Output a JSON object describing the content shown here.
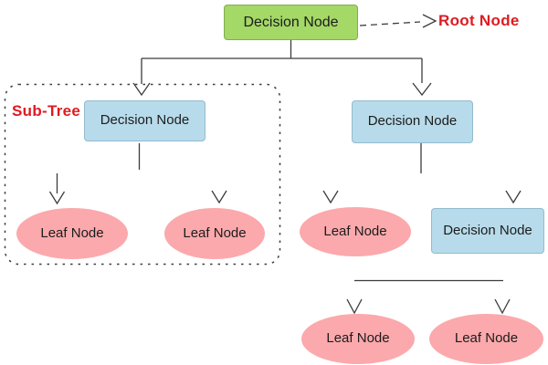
{
  "colors": {
    "background": "#ffffff",
    "decision_root_fill": "#a4d867",
    "decision_fill": "#b7dbea",
    "leaf_fill": "#fba9ac",
    "annotation_red": "#de1b22",
    "line": "#3c3c3c"
  },
  "diagram": {
    "root": {
      "label": "Decision Node",
      "annotation": "Root Node"
    },
    "subtree": {
      "label": "Sub-Tree",
      "decision": "Decision Node",
      "leaf1": "Leaf Node",
      "leaf2": "Leaf Node"
    },
    "right": {
      "decision": "Decision Node",
      "leaf": "Leaf Node",
      "sub_decision": "Decision Node",
      "bottom_leaf1": "Leaf Node",
      "bottom_leaf2": "Leaf Node"
    }
  }
}
